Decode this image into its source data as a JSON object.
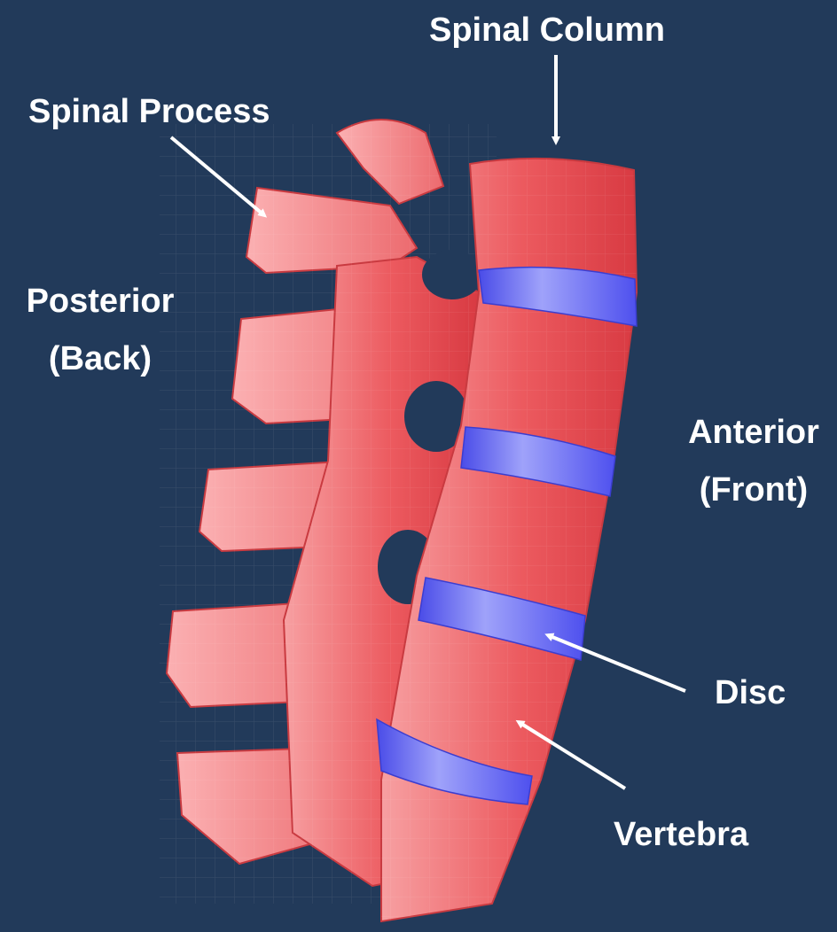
{
  "colors": {
    "background": "#223a5a",
    "vertebra": "#e8484e",
    "vertebra_light": "#f58a8c",
    "disc": "#5a5cf0",
    "disc_light": "#8b8ef8",
    "arrow": "#ffffff",
    "text": "#ffffff"
  },
  "labels": {
    "spinal_column": "Spinal Column",
    "spinal_process": "Spinal Process",
    "posterior_line1": "Posterior",
    "posterior_line2": "(Back)",
    "anterior_line1": "Anterior",
    "anterior_line2": "(Front)",
    "disc": "Disc",
    "vertebra": "Vertebra"
  }
}
